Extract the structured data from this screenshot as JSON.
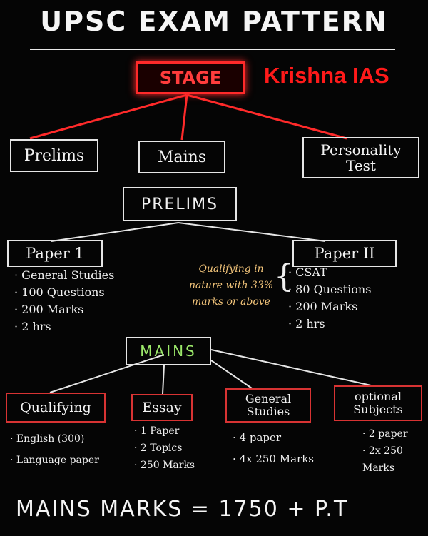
{
  "title": "UPSC EXAM PATTERN",
  "stage": {
    "label": "STAGE"
  },
  "brand": "Krishna IAS",
  "stages": [
    "Prelims",
    "Mains",
    "Personality Test"
  ],
  "prelims": {
    "heading": "PRELIMS",
    "paper1": {
      "label": "Paper 1",
      "items": [
        "General Studies",
        "100 Questions",
        "200 Marks",
        "2 hrs"
      ]
    },
    "paper2": {
      "label": "Paper II",
      "items": [
        "CSAT",
        "80 Questions",
        "200 Marks",
        "2 hrs"
      ]
    },
    "note": "Qualifying in nature with 33% marks or above"
  },
  "mains": {
    "heading": "MAINS",
    "categories": [
      {
        "label": "Qualifying",
        "items": [
          "English (300)",
          "Language paper"
        ]
      },
      {
        "label": "Essay",
        "items": [
          "1 Paper",
          "2 Topics",
          "250 Marks"
        ]
      },
      {
        "label": "General Studies",
        "items": [
          "4 paper",
          "4x 250 Marks"
        ]
      },
      {
        "label": "optional Subjects",
        "items": [
          "2 paper",
          "2x 250 Marks"
        ]
      }
    ]
  },
  "footer": "MAINS MARKS = 1750 + P.T",
  "colors": {
    "background": "#050505",
    "accent_red": "#ff2a2a",
    "mains_green": "#9be86a",
    "note_orange": "#f2c47a"
  }
}
